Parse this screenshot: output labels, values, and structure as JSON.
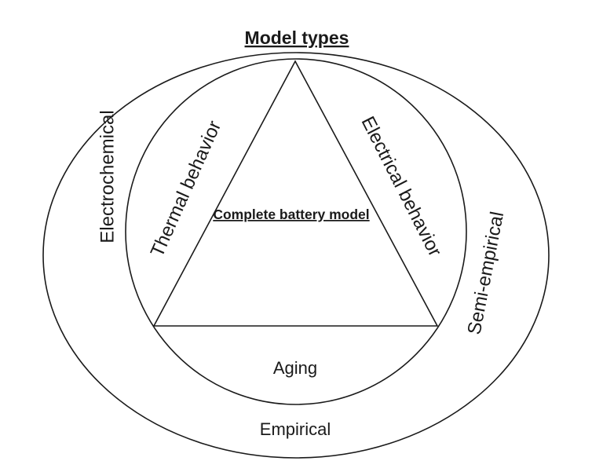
{
  "title": "Model types",
  "center_label": "Complete battery model",
  "outer_ring": {
    "left": "Electrochemical",
    "right": "Semi-empirical",
    "bottom": "Empirical"
  },
  "inner_ring": {
    "left": "Thermal behavior",
    "right": "Electrical behavior",
    "bottom": "Aging"
  }
}
